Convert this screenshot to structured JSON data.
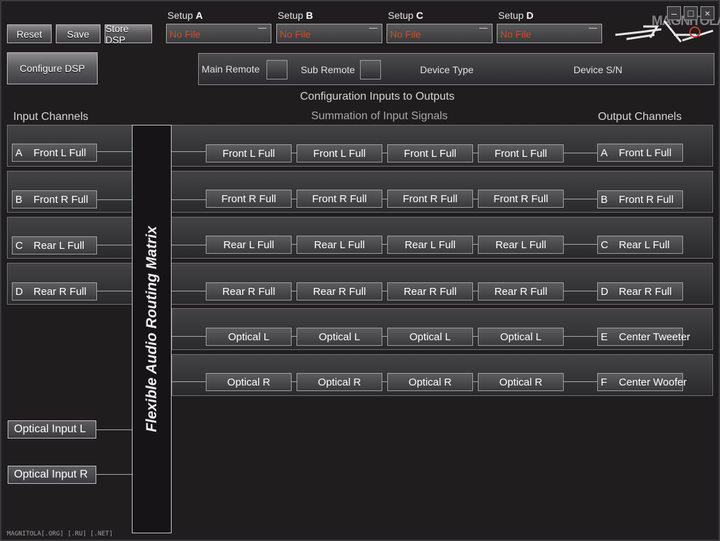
{
  "toolbar": {
    "reset_label": "Reset",
    "save_label": "Save",
    "store_label": "Store DSP",
    "configure_label": "Configure DSP"
  },
  "setups": [
    {
      "prefix": "Setup ",
      "letter": "A",
      "value": "No File"
    },
    {
      "prefix": "Setup ",
      "letter": "B",
      "value": "No File"
    },
    {
      "prefix": "Setup ",
      "letter": "C",
      "value": "No File"
    },
    {
      "prefix": "Setup ",
      "letter": "D",
      "value": "No File"
    }
  ],
  "remote_panel": {
    "main_remote": "Main Remote",
    "sub_remote": "Sub Remote",
    "device_type": "Device Type",
    "device_sn": "Device S/N"
  },
  "headings": {
    "config_title": "Configuration Inputs to Outputs",
    "input_channels": "Input Channels",
    "summation": "Summation of Input Signals",
    "output_channels": "Output Channels"
  },
  "matrix_label": "Flexible Audio Routing Matrix",
  "inputs": [
    {
      "letter": "A",
      "name": "Front L Full"
    },
    {
      "letter": "B",
      "name": "Front R Full"
    },
    {
      "letter": "C",
      "name": "Rear L Full"
    },
    {
      "letter": "D",
      "name": "Rear R Full"
    }
  ],
  "optical_inputs": [
    "Optical Input L",
    "Optical Input R"
  ],
  "summation_rows": [
    [
      "Front L Full",
      "Front L Full",
      "Front L Full",
      "Front L Full"
    ],
    [
      "Front R Full",
      "Front R Full",
      "Front R Full",
      "Front R Full"
    ],
    [
      "Rear L Full",
      "Rear L Full",
      "Rear L Full",
      "Rear L Full"
    ],
    [
      "Rear R Full",
      "Rear R Full",
      "Rear R Full",
      "Rear R Full"
    ],
    [
      "Optical L",
      "Optical L",
      "Optical L",
      "Optical L"
    ],
    [
      "Optical R",
      "Optical R",
      "Optical R",
      "Optical R"
    ]
  ],
  "outputs": [
    {
      "letter": "A",
      "name": "Front L Full"
    },
    {
      "letter": "B",
      "name": "Front R Full"
    },
    {
      "letter": "C",
      "name": "Rear L Full"
    },
    {
      "letter": "D",
      "name": "Rear R Full"
    },
    {
      "letter": "E",
      "name": "Center Tweeter"
    },
    {
      "letter": "F",
      "name": "Center Woofer"
    }
  ],
  "brand": {
    "logo_text": "MAGNITOLA"
  },
  "footer": "MAGNITOLA[.ORG] [.RU] [.NET]",
  "colors": {
    "accent_text": "#c6502a",
    "panel": "#201d1f"
  }
}
